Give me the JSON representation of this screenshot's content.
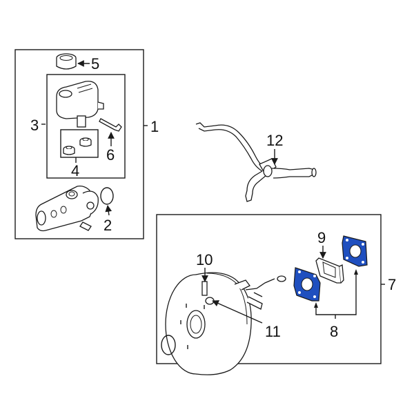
{
  "diagram": {
    "highlight_color": "#1f4fbf",
    "callouts": {
      "c1": "1",
      "c2": "2",
      "c3": "3",
      "c4": "4",
      "c5": "5",
      "c6": "6",
      "c7": "7",
      "c8": "8",
      "c9": "9",
      "c10": "10",
      "c11": "11",
      "c12": "12"
    }
  }
}
